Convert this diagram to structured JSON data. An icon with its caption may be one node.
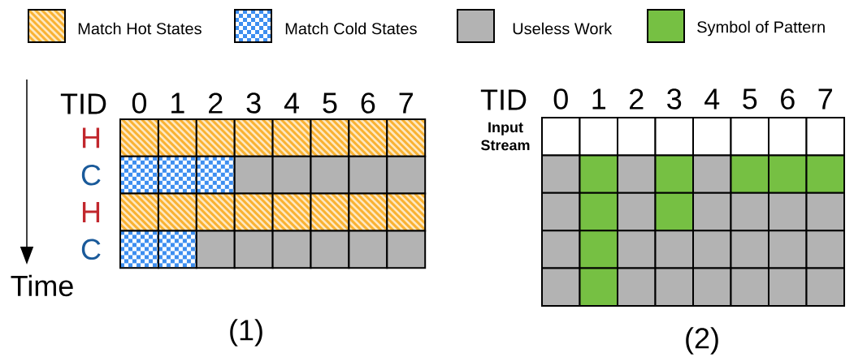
{
  "diagram": {
    "labels": [
      "TID",
      "0",
      "1",
      "2",
      "3",
      "4",
      "5",
      "6",
      "7",
      "H",
      "C",
      "H",
      "C",
      "Time",
      "(1)",
      "TID",
      "0",
      "1",
      "2",
      "3",
      "4",
      "5",
      "6",
      "7",
      "Input Stream",
      "(2)"
    ],
    "legend": [
      {
        "text": "Match Hot States",
        "color": "#f9b233"
      },
      {
        "text": "Match Cold States",
        "color": "#3d8ef0"
      },
      {
        "text": "Useless Work",
        "color": "#b3b3b3"
      },
      {
        "text": "Symbol of Pattern",
        "color": "#76c043"
      }
    ]
  }
}
